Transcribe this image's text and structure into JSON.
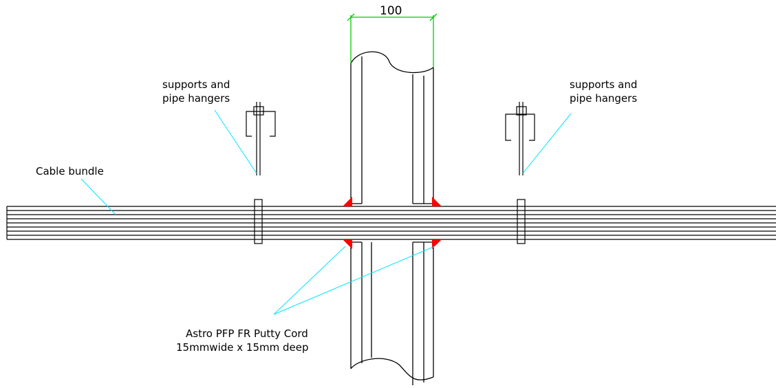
{
  "labels": {
    "dimension": "100",
    "hanger_left_line1": "supports and",
    "hanger_left_line2": "pipe hangers",
    "hanger_right_line1": "supports and",
    "hanger_right_line2": "pipe  hangers",
    "cable": "Cable  bundle",
    "putty_line1": "Astro PFP FR Putty Cord",
    "putty_line2": "15mmwide  x  15mm  deep"
  },
  "colors": {
    "line": "#000000",
    "leader": "#00e5ff",
    "dimension": "#00c800",
    "sealant": "#ff0000"
  }
}
